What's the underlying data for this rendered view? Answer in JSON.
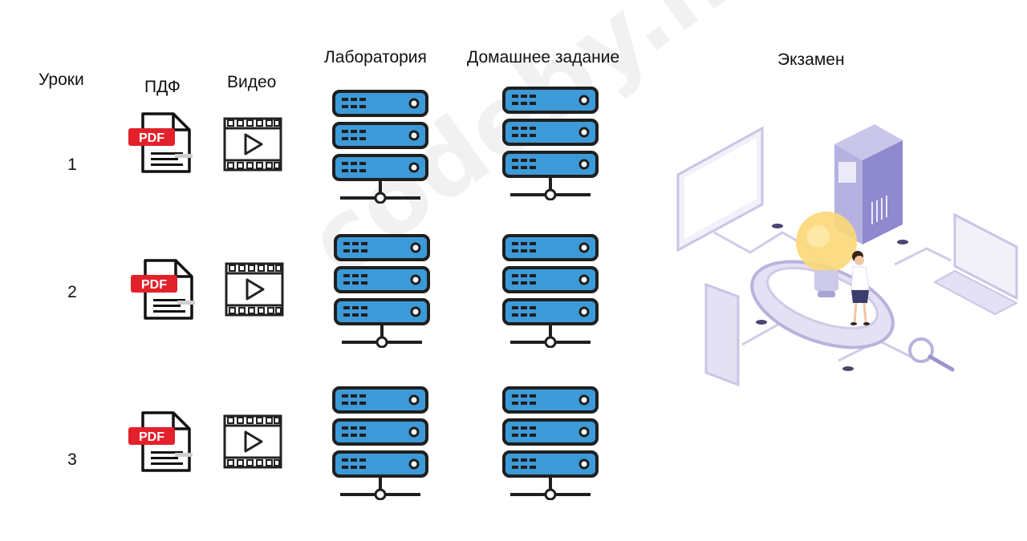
{
  "headers": {
    "lessons": "Уроки",
    "pdf": "ПДФ",
    "video": "Видео",
    "lab": "Лаборатория",
    "homework": "Домашнее задание",
    "exam": "Экзамен"
  },
  "lessons": [
    {
      "number": "1"
    },
    {
      "number": "2"
    },
    {
      "number": "3"
    }
  ],
  "icons": {
    "pdf_badge": "PDF",
    "pdf": "pdf-file-icon",
    "video": "video-film-icon",
    "server": "server-rack-icon",
    "exam": "exam-illustration"
  },
  "watermark": "codeby.net",
  "colors": {
    "server_blue": "#3d9ad8",
    "server_outline": "#1f1f1f",
    "pdf_red": "#e2212b",
    "illustration_lavender": "#ddd9f2",
    "bulb_yellow": "#fbd877"
  }
}
